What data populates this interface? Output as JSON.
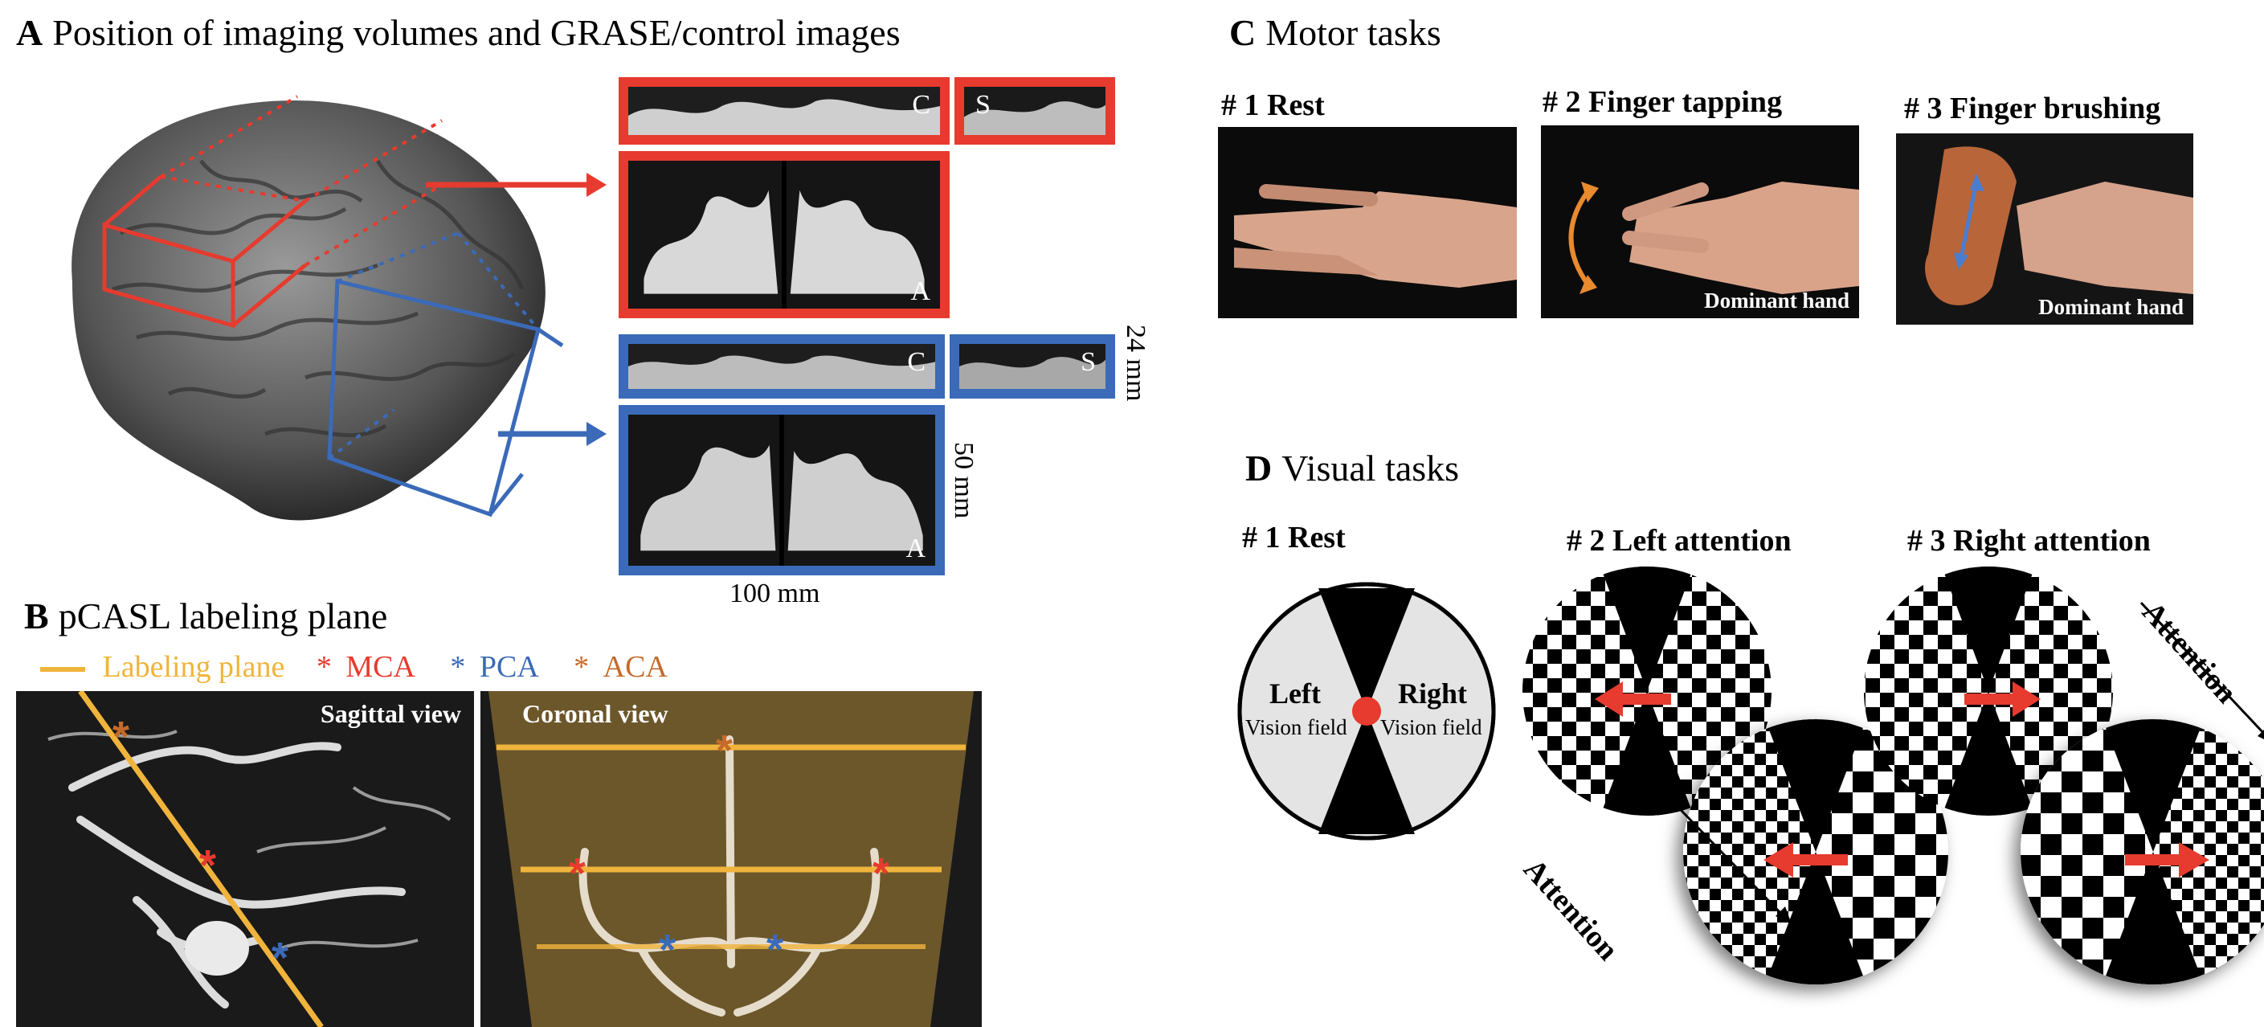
{
  "panelA": {
    "letter": "A",
    "title": "Position of imaging volumes and GRASE/control images",
    "slice_coronal": "C",
    "slice_sagittal": "S",
    "slice_axial": "A",
    "dim_24": "24 mm",
    "dim_50": "50 mm",
    "dim_100": "100 mm"
  },
  "panelB": {
    "letter": "B",
    "title": "pCASL labeling plane",
    "legend": {
      "plane": "Labeling plane",
      "mca": "MCA",
      "pca": "PCA",
      "aca": "ACA",
      "star": "*"
    },
    "sagittal": "Sagittal view",
    "coronal": "Coronal view"
  },
  "panelC": {
    "letter": "C",
    "title": "Motor tasks",
    "task1": "# 1 Rest",
    "task2": "# 2 Finger tapping",
    "task3": "# 3 Finger brushing",
    "dominant": "Dominant hand"
  },
  "panelD": {
    "letter": "D",
    "title": "Visual tasks",
    "task1": "# 1 Rest",
    "task2": "# 2 Left attention",
    "task3": "# 3 Right attention",
    "left": "Left",
    "right": "Right",
    "vision_field": "Vision field",
    "attention": "Attention"
  },
  "colors": {
    "red": "#e63b2e",
    "blue": "#3b6ab8",
    "orange": "#f0b43c",
    "aca": "#c56a2a"
  }
}
